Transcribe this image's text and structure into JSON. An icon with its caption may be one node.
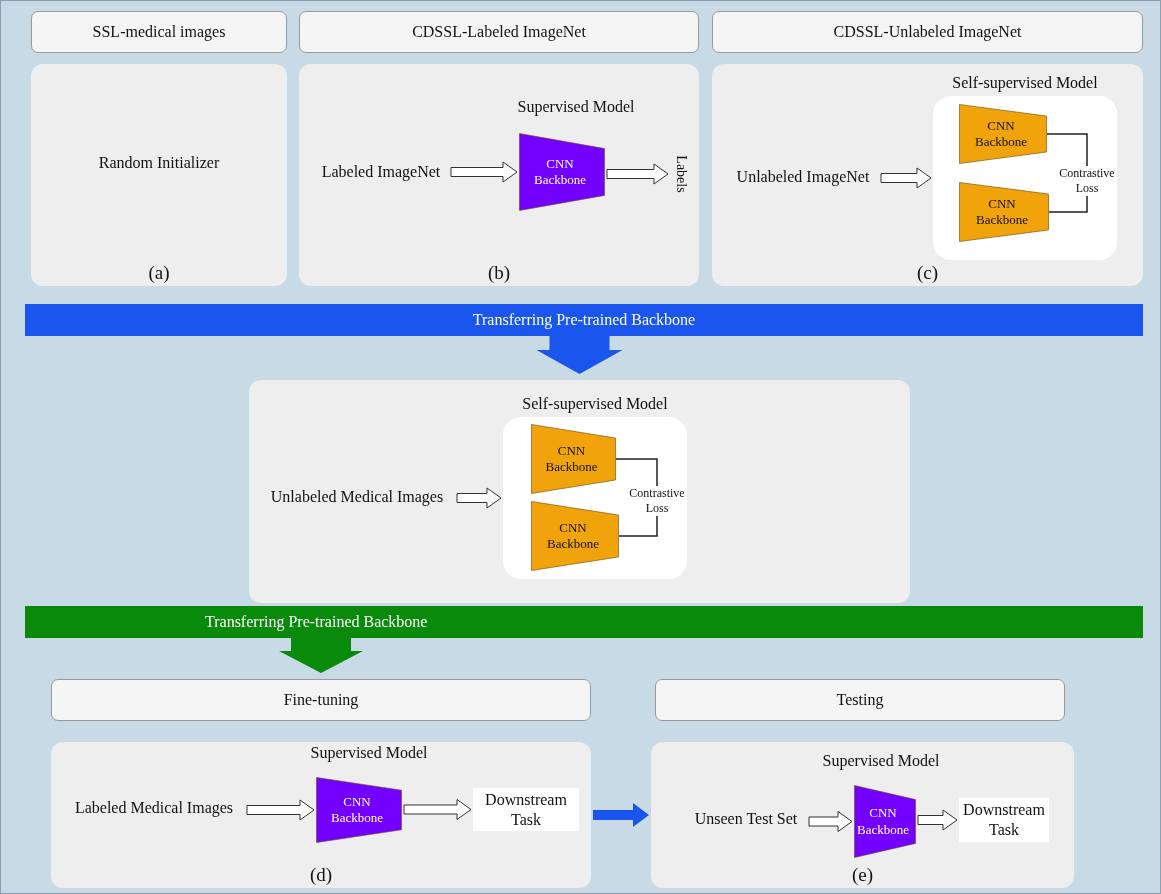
{
  "diagram": {
    "nodes": [
      {
        "text": [
          "SSL-medical images"
        ]
      },
      {
        "text": [
          "CDSSL-Labeled ImageNet"
        ]
      },
      {
        "text": [
          "CDSSL-Unlabeled ImageNet"
        ]
      },
      {
        "text": [
          "Random Initializer",
          "(a)"
        ]
      },
      {
        "text": [
          "(b)"
        ]
      },
      {
        "text": [
          "Labeled ImageNet"
        ],
        "in": 4
      },
      {
        "text": [
          "CNN Backbone"
        ],
        "beside": [
          "Supervised Model"
        ],
        "in": 4
      },
      {
        "text": [
          "Labels"
        ],
        "in": 4
      },
      {
        "text": [
          "(c)"
        ]
      },
      {
        "text": [
          "Unlabeled ImageNet"
        ],
        "in": 8
      },
      {
        "text": [
          "Self-supervised Model"
        ],
        "in": 8
      },
      {
        "text": [
          "CNN Backbone"
        ],
        "in": 10
      },
      {
        "text": [
          "CNN Backbone"
        ],
        "in": 10
      },
      {
        "text": [
          "Contrastive Loss"
        ],
        "in": 10
      },
      {
        "text": [
          "Transferring Pre-trained Backbone"
        ]
      },
      {
        "text": [],
        "shape": "box"
      },
      {
        "text": [
          "Unlabeled Medical Images"
        ],
        "in": 15
      },
      {
        "text": [
          "Self-supervised Model"
        ],
        "in": 15
      },
      {
        "text": [
          "CNN Backbone"
        ],
        "in": 17
      },
      {
        "text": [
          "CNN Backbone"
        ],
        "in": 17
      },
      {
        "text": [
          "Contrastive Loss"
        ],
        "in": 17
      },
      {
        "text": [
          "Transferring Pre-trained Backbone"
        ]
      },
      {
        "text": [
          "Fine-tuning"
        ]
      },
      {
        "text": [
          "Testing"
        ]
      },
      {
        "text": [
          "(d)"
        ]
      },
      {
        "text": [
          "Labeled Medical Images"
        ],
        "in": 24
      },
      {
        "text": [
          "CNN Backbone"
        ],
        "beside": [
          "Supervised Model"
        ],
        "in": 24
      },
      {
        "text": [
          "Downstream Task"
        ],
        "in": 24
      },
      {
        "text": [
          "(e)"
        ]
      },
      {
        "text": [
          "Unseen Test Set"
        ],
        "in": 28
      },
      {
        "text": [
          "CNN Backbone"
        ],
        "beside": [
          "Supervised Model"
        ],
        "in": 28
      },
      {
        "text": [
          "Downstream Task"
        ],
        "in": 28
      }
    ],
    "edges": [
      {
        "from": 5,
        "to": 6,
        "arrow": "to"
      },
      {
        "from": 6,
        "to": 7,
        "arrow": "to"
      },
      {
        "from": 9,
        "to": 10,
        "arrow": "to"
      },
      {
        "from": 11,
        "to": 13,
        "arrow": "none"
      },
      {
        "from": 12,
        "to": 13,
        "arrow": "none"
      },
      {
        "from": 14,
        "to": 15,
        "arrow": "to",
        "style": "thick",
        "color": "#1a55ee"
      },
      {
        "from": 16,
        "to": 17,
        "arrow": "to"
      },
      {
        "from": 18,
        "to": 20,
        "arrow": "none"
      },
      {
        "from": 19,
        "to": 20,
        "arrow": "none"
      },
      {
        "from": 21,
        "to": 22,
        "arrow": "to",
        "style": "thick",
        "color": "#0a8a0a"
      },
      {
        "from": 25,
        "to": 26,
        "arrow": "to"
      },
      {
        "from": 26,
        "to": 27,
        "arrow": "to"
      },
      {
        "from": 24,
        "to": 28,
        "arrow": "to",
        "style": "thick",
        "color": "#1a55ee"
      },
      {
        "from": 29,
        "to": 30,
        "arrow": "to"
      },
      {
        "from": 30,
        "to": 31,
        "arrow": "to"
      }
    ]
  }
}
